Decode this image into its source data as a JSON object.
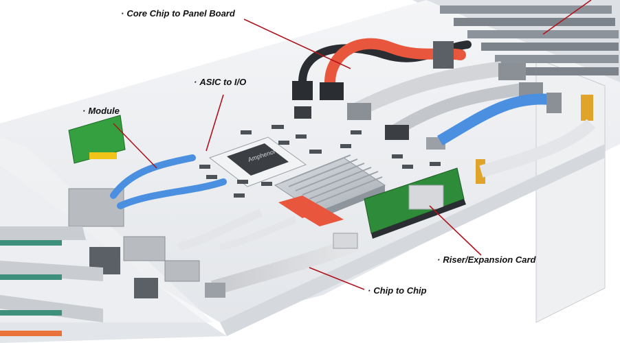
{
  "diagram": {
    "callouts": [
      {
        "id": "core",
        "label": "Core Chip to Panel Board"
      },
      {
        "id": "asic",
        "label": "ASIC to I/O"
      },
      {
        "id": "module",
        "label": "Module"
      },
      {
        "id": "riser",
        "label": "Riser/Expansion Card"
      },
      {
        "id": "c2c",
        "label": "Chip to Chip"
      }
    ],
    "bullet": "·",
    "chip_marking": "Amphenol",
    "colors": {
      "leader_line": "#b0121b",
      "cable_blue": "#4a8fe0",
      "cable_red": "#e8573d",
      "pcb_green": "#2e8b3a",
      "chassis": "#e9ecef"
    }
  }
}
